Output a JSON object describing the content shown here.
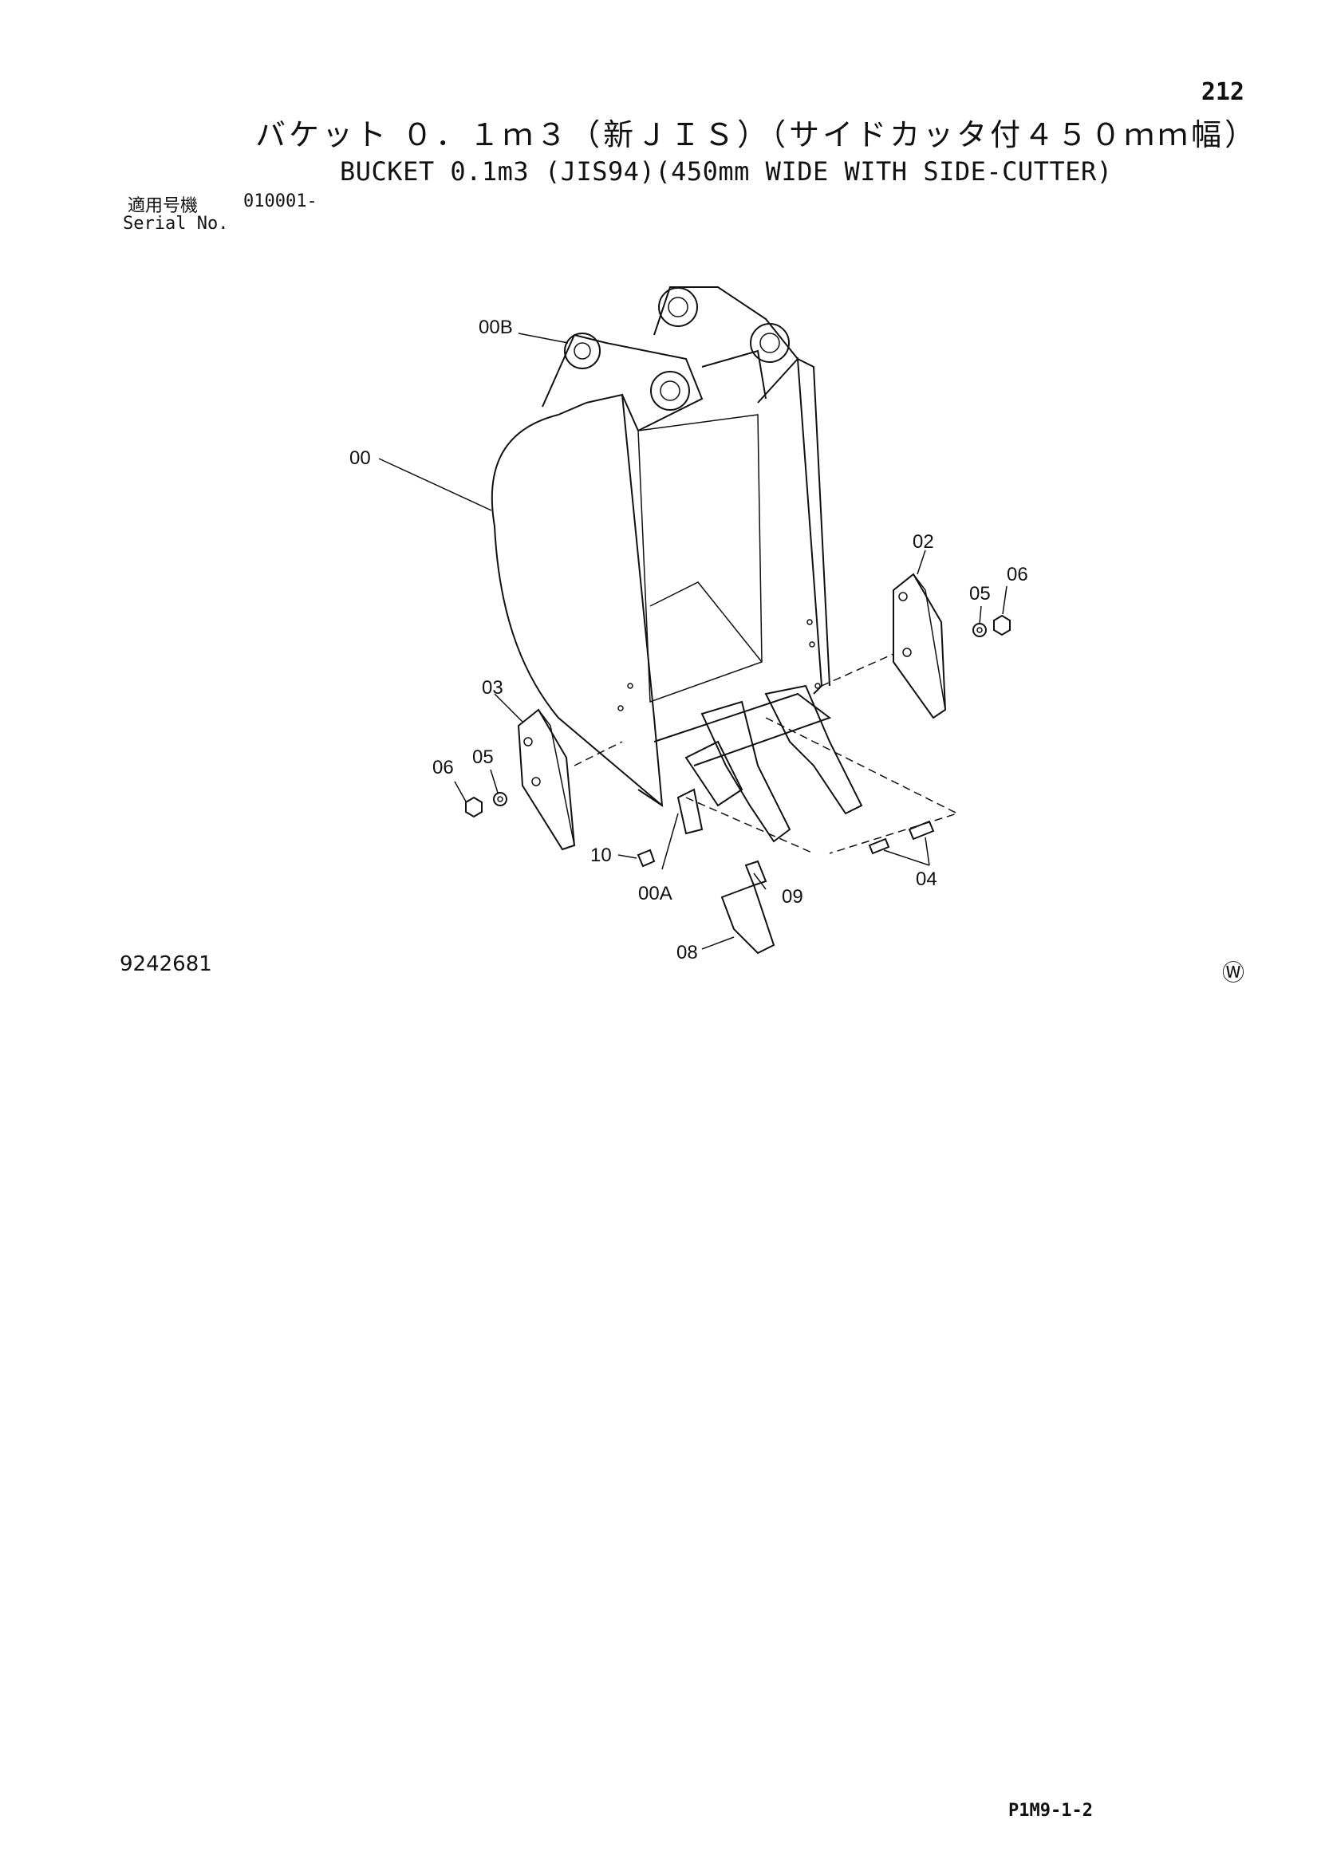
{
  "page_number": "212",
  "title_ja": "バケット ０．１ｍ３（新ＪＩＳ）（サイドカッタ付４５０ｍｍ幅）",
  "title_en": "BUCKET 0.1m3 (JIS94)(450mm WIDE WITH SIDE-CUTTER)",
  "serial": {
    "label_ja": "適用号機",
    "value": "010001-",
    "label_en": "Serial No."
  },
  "part_labels": {
    "p00B": "00B",
    "p00": "00",
    "p02": "02",
    "p05_right": "05",
    "p06_right": "06",
    "p03": "03",
    "p06_left": "06",
    "p05_left": "05",
    "p10": "10",
    "p00A": "00A",
    "p09": "09",
    "p04": "04",
    "p08": "08"
  },
  "drawing_number": "9242681",
  "copyright_mark": "Ⓦ",
  "page_code": "P1M9-1-2"
}
